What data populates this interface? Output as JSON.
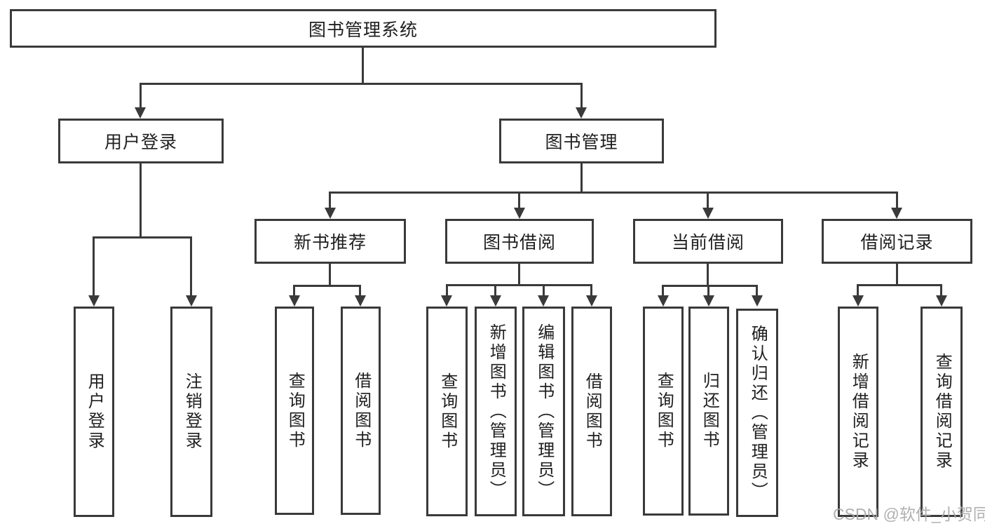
{
  "nodes": {
    "root": "图书管理系统",
    "level2": {
      "login": "用户登录",
      "manage": "图书管理"
    },
    "level3": {
      "recommend": "新书推荐",
      "borrow": "图书借阅",
      "current": "当前借阅",
      "records": "借阅记录"
    },
    "leaves": {
      "login": [
        "用户登录",
        "注销登录"
      ],
      "recommend": [
        "查询图书",
        "借阅图书"
      ],
      "borrow": [
        "查询图书",
        "新增图书（管理员）",
        "编辑图书（管理员）",
        "借阅图书"
      ],
      "current": [
        "查询图书",
        "归还图书",
        "确认归还（管理员）"
      ],
      "records": [
        "新增借阅记录",
        "查询借阅记录"
      ]
    }
  },
  "watermark": "CSDN @软件_小贺同学",
  "colors": {
    "line": "#3a3a3a",
    "text": "#1f1f1f",
    "background": "#ffffff",
    "watermark": "#a8a8a8"
  }
}
